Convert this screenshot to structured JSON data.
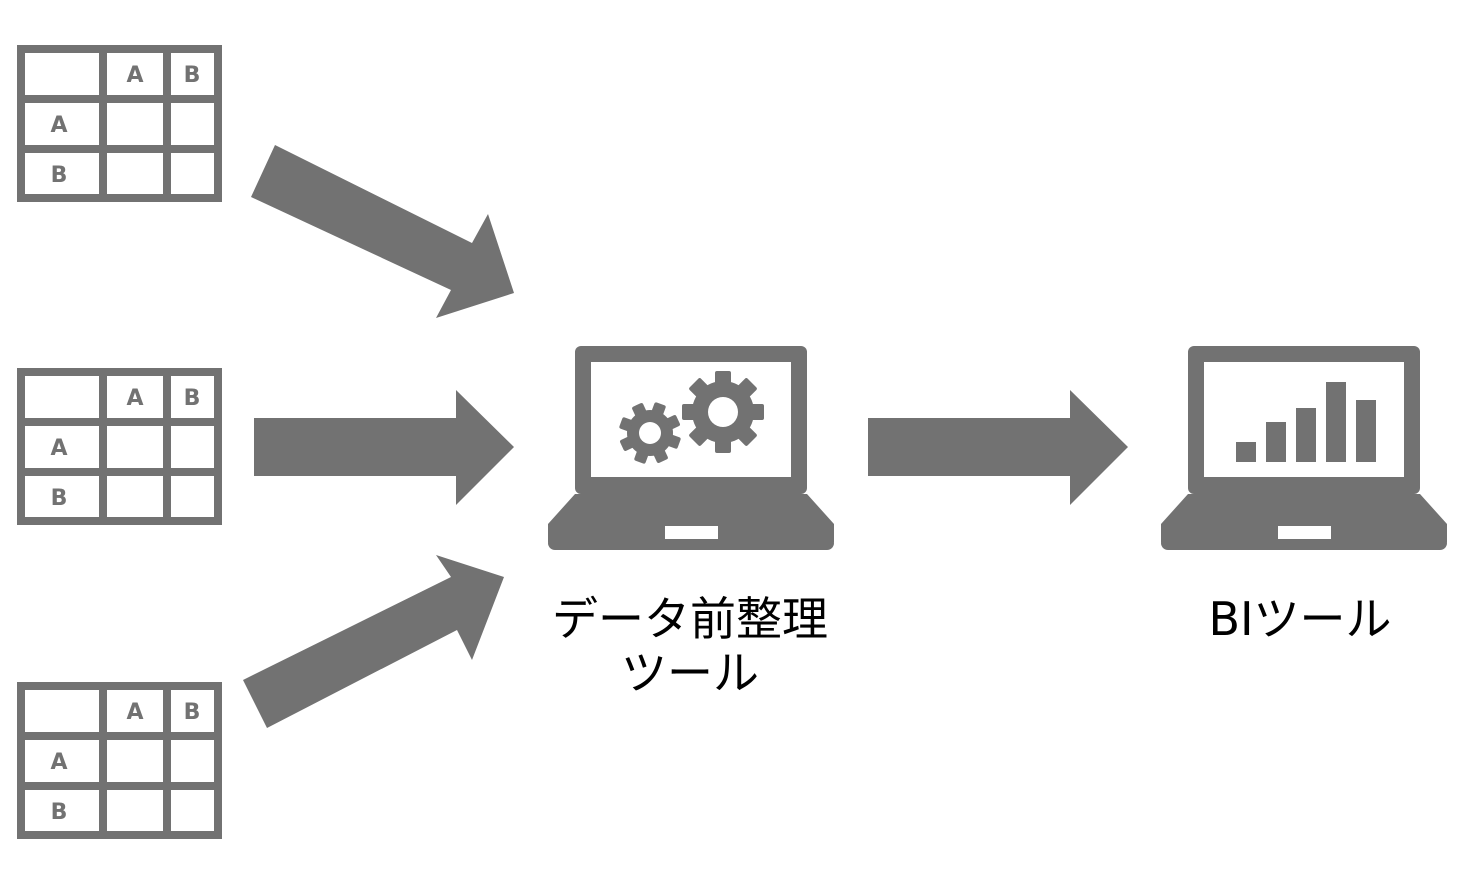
{
  "source_tables": [
    {
      "col_headers": [
        "A",
        "B"
      ],
      "row_headers": [
        "A",
        "B"
      ]
    },
    {
      "col_headers": [
        "A",
        "B"
      ],
      "row_headers": [
        "A",
        "B"
      ]
    },
    {
      "col_headers": [
        "A",
        "B"
      ],
      "row_headers": [
        "A",
        "B"
      ]
    }
  ],
  "prep_tool": {
    "label_line1": "データ前整理",
    "label_line2": "ツール",
    "icon": "gears-icon"
  },
  "bi_tool": {
    "label": "BIツール",
    "icon": "bar-chart-icon",
    "bar_levels": [
      0.25,
      0.5,
      0.67,
      1.0,
      0.77
    ]
  },
  "colors": {
    "icon_gray": "#727272",
    "background": "#ffffff",
    "text": "#000000"
  }
}
